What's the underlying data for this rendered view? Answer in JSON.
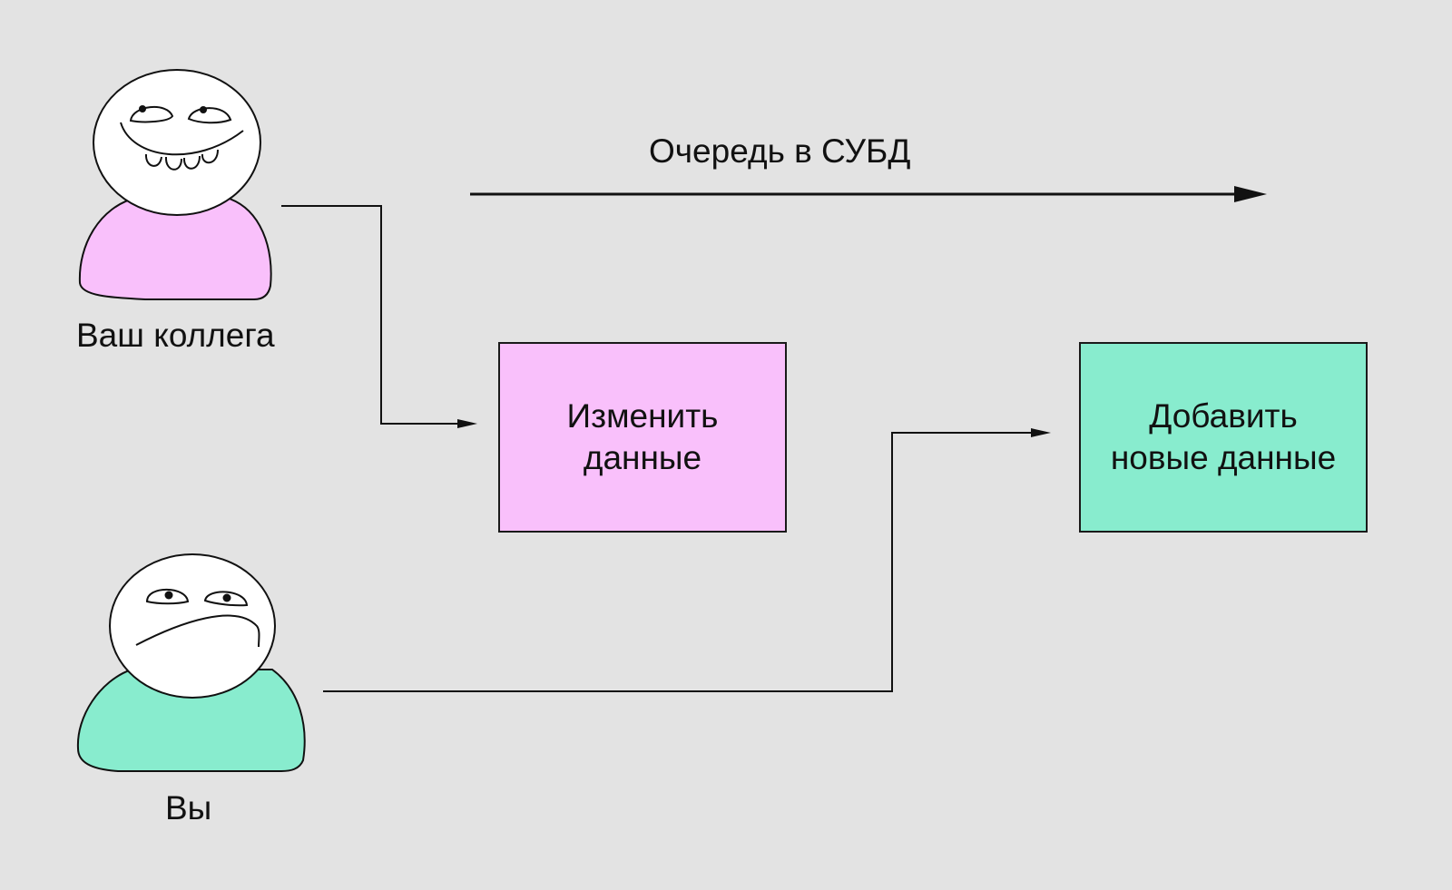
{
  "diagram": {
    "queue_label": "Очередь в СУБД",
    "actors": [
      {
        "name": "Ваш коллега",
        "mood": "grinning",
        "shirt_color": "#f9c0fb"
      },
      {
        "name": "Вы",
        "mood": "displeased",
        "shirt_color": "#88ecce"
      }
    ],
    "operations": [
      {
        "line1": "Изменить",
        "line2": "данные",
        "color": "#f9c0fb",
        "actor": "Ваш коллега"
      },
      {
        "line1": "Добавить",
        "line2": "новые данные",
        "color": "#88ecce",
        "actor": "Вы"
      }
    ],
    "background": "#e3e3e3"
  }
}
